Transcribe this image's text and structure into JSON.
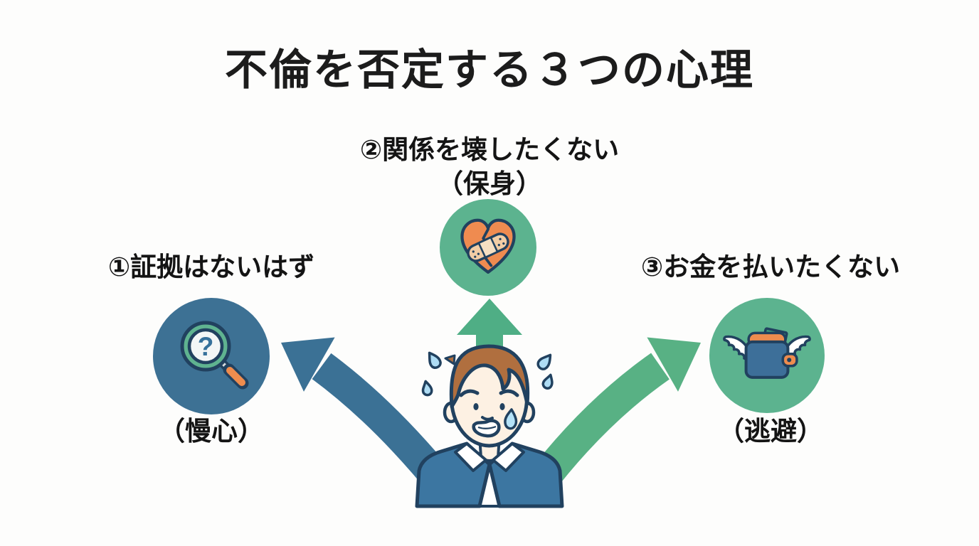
{
  "title": "不倫を否定する３つの心理",
  "items": [
    {
      "label": "①証拠はないはず",
      "sublabel": "（慢心）",
      "icon": "magnifier-question-icon",
      "icon_glyph": "?",
      "circle_color": "#3d7194",
      "arrow_color": "#3b7195",
      "position": "left"
    },
    {
      "label": "②関係を壊したくない",
      "sublabel": "（保身）",
      "icon": "broken-heart-bandage-icon",
      "circle_color": "#5cb38f",
      "arrow_color": "#4fae85",
      "position": "top-center"
    },
    {
      "label": "③お金を払いたくない",
      "sublabel": "（逃避）",
      "icon": "winged-wallet-icon",
      "circle_color": "#5cb38f",
      "arrow_color": "#58b184",
      "position": "right"
    }
  ],
  "icons": {
    "left": "magnifier-question-icon",
    "top": "broken-heart-bandage-icon",
    "right": "winged-wallet-icon",
    "center": "worried-man-illustration"
  },
  "colors": {
    "background": "#fdfdfc",
    "text": "#1c1c1c",
    "green_circle": "#5cb38f",
    "blue_circle": "#3d7194",
    "arrow_blue": "#3b7195",
    "arrow_green_up": "#4fae85",
    "arrow_green_right": "#58b184",
    "suit_blue": "#3c76a1",
    "outline_navy": "#21415f",
    "heart_orange": "#ef8b50",
    "handle_orange": "#ee8c4e",
    "wallet_blue": "#3d6f99",
    "card_green": "#3f9d7e",
    "bandage_tan": "#f2cda5",
    "hair_brown": "#b06f3f",
    "skin": "#fdf1e3",
    "sweat_blue": "#aedcf4"
  }
}
